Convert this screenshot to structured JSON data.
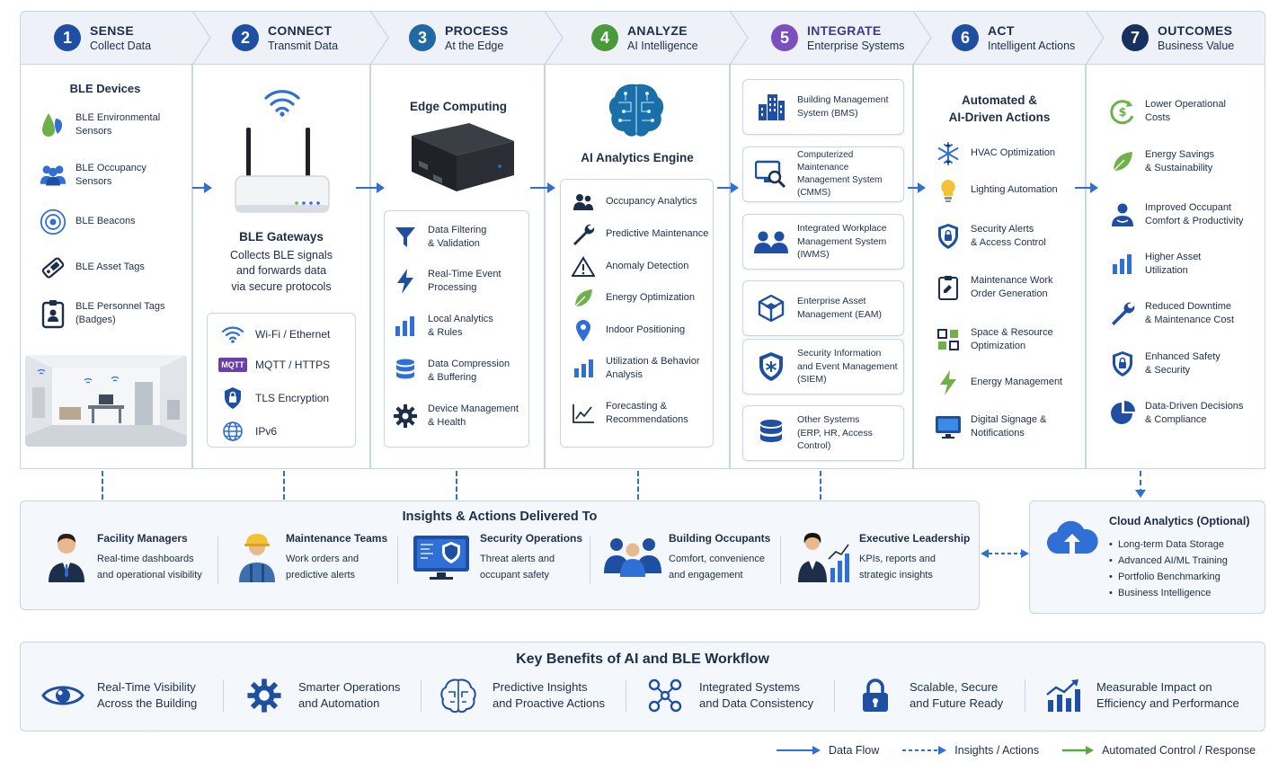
{
  "stages": [
    {
      "num": "1",
      "title": "SENSE",
      "subtitle": "Collect Data",
      "color": "#1f4fa3"
    },
    {
      "num": "2",
      "title": "CONNECT",
      "subtitle": "Transmit Data",
      "color": "#1f4fa3"
    },
    {
      "num": "3",
      "title": "PROCESS",
      "subtitle": "At the Edge",
      "color": "#1f6aa3"
    },
    {
      "num": "4",
      "title": "ANALYZE",
      "subtitle": "AI Intelligence",
      "color": "#4a9a3c"
    },
    {
      "num": "5",
      "title": "INTEGRATE",
      "subtitle": "Enterprise Systems",
      "color": "#7b4fbf"
    },
    {
      "num": "6",
      "title": "ACT",
      "subtitle": "Intelligent Actions",
      "color": "#1f4fa3"
    },
    {
      "num": "7",
      "title": "OUTCOMES",
      "subtitle": "Business Value",
      "color": "#17305e"
    }
  ],
  "sense": {
    "title": "BLE Devices",
    "items": [
      "BLE Environmental\nSensors",
      "BLE Occupancy\nSensors",
      "BLE Beacons",
      "BLE Asset Tags",
      "BLE Personnel Tags\n(Badges)"
    ]
  },
  "connect": {
    "title": "BLE Gateways",
    "desc": "Collects BLE signals\nand forwards data\nvia secure protocols",
    "mqtt_badge": "MQTT",
    "items": [
      "Wi-Fi / Ethernet",
      "MQTT / HTTPS",
      "TLS Encryption",
      "IPv6"
    ]
  },
  "process": {
    "title": "Edge Computing",
    "items": [
      "Data Filtering\n& Validation",
      "Real-Time Event\nProcessing",
      "Local Analytics\n& Rules",
      "Data Compression\n& Buffering",
      "Device Management\n& Health"
    ]
  },
  "analyze": {
    "title": "AI Analytics Engine",
    "items": [
      "Occupancy Analytics",
      "Predictive Maintenance",
      "Anomaly Detection",
      "Energy Optimization",
      "Indoor Positioning",
      "Utilization & Behavior\nAnalysis",
      "Forecasting &\nRecommendations"
    ]
  },
  "integrate": {
    "items": [
      "Building Management\nSystem (BMS)",
      "Computerized Maintenance\nManagement System\n(CMMS)",
      "Integrated Workplace\nManagement System\n(IWMS)",
      "Enterprise Asset\nManagement (EAM)",
      "Security Information\nand Event Management\n(SIEM)",
      "Other Systems\n(ERP, HR, Access Control)"
    ]
  },
  "act": {
    "title": "Automated &\nAI-Driven Actions",
    "items": [
      "HVAC Optimization",
      "Lighting Automation",
      "Security Alerts\n& Access Control",
      "Maintenance Work\nOrder Generation",
      "Space & Resource\nOptimization",
      "Energy Management",
      "Digital Signage &\nNotifications"
    ]
  },
  "outcomes": {
    "items": [
      "Lower Operational\nCosts",
      "Energy Savings\n& Sustainability",
      "Improved Occupant\nComfort & Productivity",
      "Higher Asset\nUtilization",
      "Reduced Downtime\n& Maintenance Cost",
      "Enhanced Safety\n& Security",
      "Data-Driven Decisions\n& Compliance"
    ]
  },
  "insights": {
    "title": "Insights & Actions Delivered To",
    "audiences": [
      {
        "title": "Facility Managers",
        "desc": "Real-time dashboards\nand operational visibility"
      },
      {
        "title": "Maintenance Teams",
        "desc": "Work orders and\npredictive alerts"
      },
      {
        "title": "Security Operations",
        "desc": "Threat alerts and\noccupant safety"
      },
      {
        "title": "Building Occupants",
        "desc": "Comfort, convenience\nand engagement"
      },
      {
        "title": "Executive Leadership",
        "desc": "KPIs, reports and\nstrategic insights"
      }
    ]
  },
  "cloud": {
    "title": "Cloud Analytics (Optional)",
    "items": [
      "Long-term Data Storage",
      "Advanced AI/ML Training",
      "Portfolio Benchmarking",
      "Business Intelligence"
    ]
  },
  "benefits": {
    "title": "Key Benefits of AI and BLE Workflow",
    "items": [
      "Real-Time Visibility\nAcross the Building",
      "Smarter Operations\nand Automation",
      "Predictive Insights\nand Proactive Actions",
      "Integrated Systems\nand Data Consistency",
      "Scalable, Secure\nand Future Ready",
      "Measurable Impact on\nEfficiency and Performance"
    ]
  },
  "legend": [
    "Data Flow",
    "Insights / Actions",
    "Automated Control / Response"
  ],
  "colors": {
    "blue": "#2f6fd6",
    "navy": "#1c2e4a",
    "green": "#5aa844",
    "border": "#c7d5e8"
  }
}
